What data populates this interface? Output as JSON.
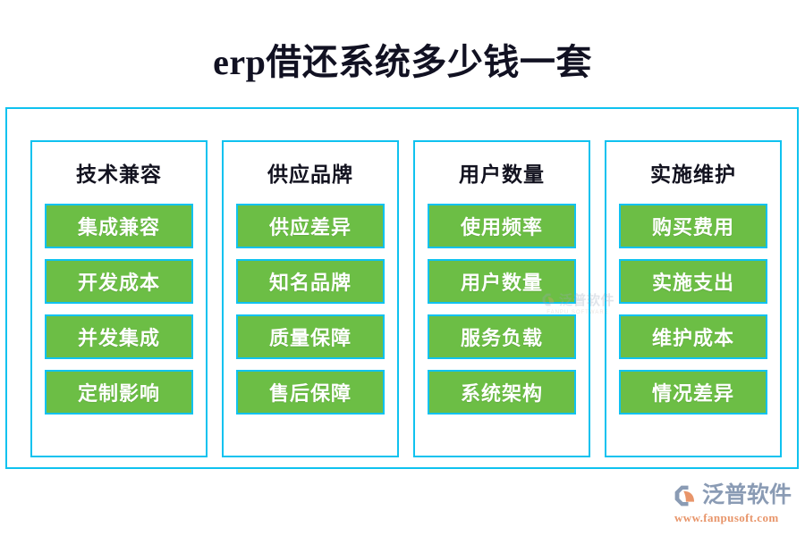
{
  "page": {
    "title": "erp借还系统多少钱一套",
    "background_color": "#ffffff",
    "frame_color": "#0fc2ef",
    "chip_color": "#6cbe45",
    "chip_text_color": "#ffffff",
    "header_text_color": "#12121f"
  },
  "columns": [
    {
      "header": "技术兼容",
      "items": [
        "集成兼容",
        "开发成本",
        "并发集成",
        "定制影响"
      ]
    },
    {
      "header": "供应品牌",
      "items": [
        "供应差异",
        "知名品牌",
        "质量保障",
        "售后保障"
      ]
    },
    {
      "header": "用户数量",
      "items": [
        "使用频率",
        "用户数量",
        "服务负载",
        "系统架构"
      ]
    },
    {
      "header": "实施维护",
      "items": [
        "购买费用",
        "实施支出",
        "维护成本",
        "情况差异"
      ]
    }
  ],
  "watermark": {
    "name": "泛普软件",
    "subtitle": "FANPU SOFTWARE"
  },
  "brand": {
    "name": "泛普软件",
    "url": "www.fanpusoft.com",
    "name_color": "#8a9bb4",
    "url_color": "#e8956a"
  }
}
